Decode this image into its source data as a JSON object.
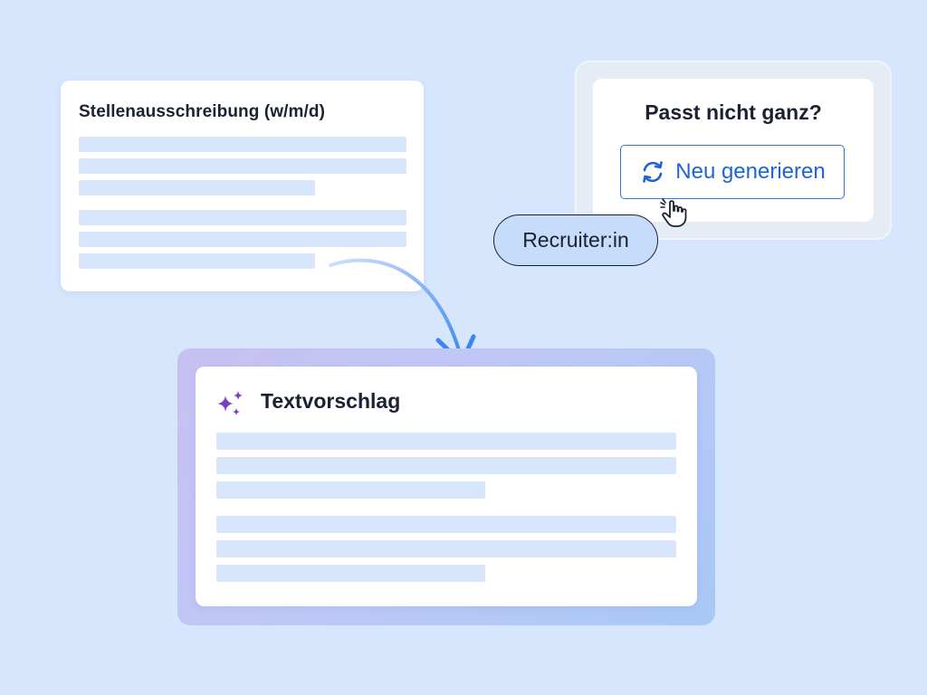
{
  "job_posting": {
    "title": "Stellenausschreibung (w/m/d)"
  },
  "regenerate_panel": {
    "title": "Passt nicht ganz?",
    "button_label": "Neu generieren",
    "button_icon": "refresh-icon"
  },
  "recruiter_badge": {
    "label": "Recruiter:in"
  },
  "suggestion": {
    "title": "Textvorschlag",
    "icon": "sparkle-icon"
  },
  "colors": {
    "background": "#d6e6fd",
    "accent": "#1f63d6",
    "sparkle": "#7b3fc4",
    "placeholder_line": "#d8e6fc"
  }
}
